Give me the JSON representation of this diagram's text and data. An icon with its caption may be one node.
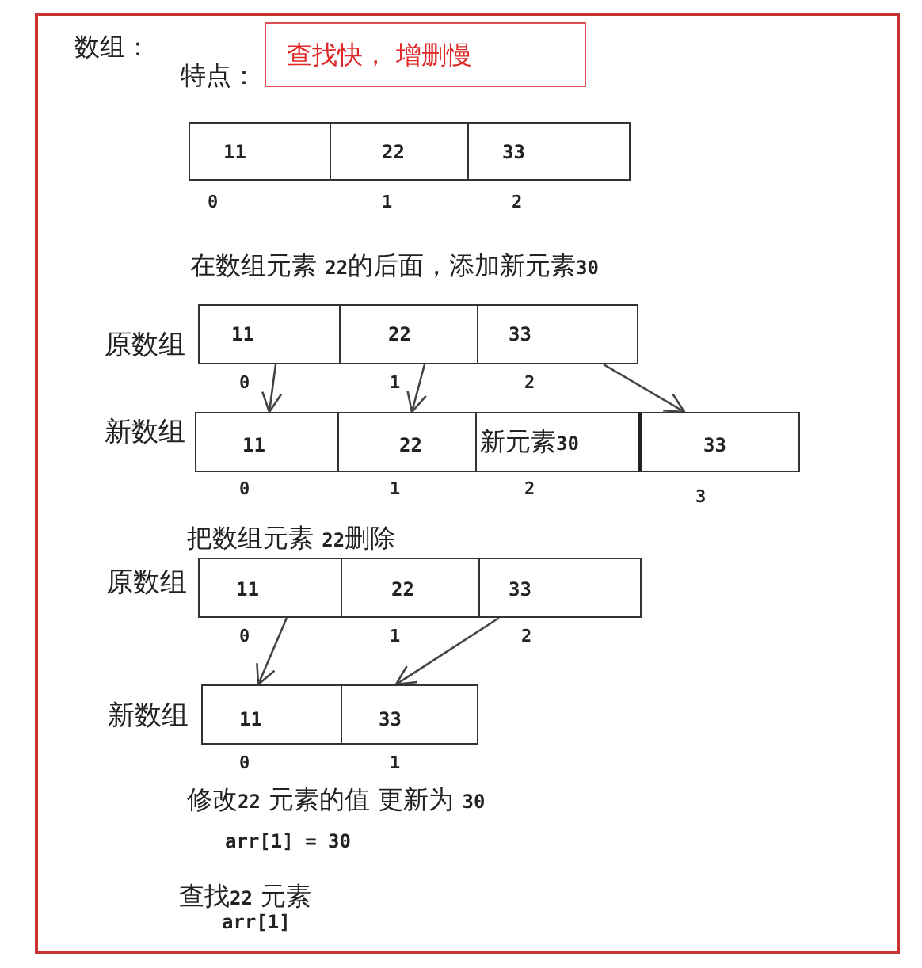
{
  "diagram": {
    "title": "数组：",
    "nodes": [
      {
        "text": [
          "查找快， 增删慢"
        ],
        "beside": [
          "特点："
        ]
      },
      {
        "text": [
          "11"
        ],
        "beside": [
          "0"
        ]
      },
      {
        "text": [
          "22"
        ],
        "beside": [
          "1"
        ]
      },
      {
        "text": [
          "33"
        ],
        "beside": [
          "2"
        ]
      },
      {
        "text": [
          "11"
        ],
        "beside": [
          "0"
        ]
      },
      {
        "text": [
          "22"
        ],
        "beside": [
          "1"
        ]
      },
      {
        "text": [
          "33"
        ],
        "beside": [
          "2"
        ]
      },
      {
        "text": [
          "11"
        ],
        "beside": [
          "0"
        ]
      },
      {
        "text": [
          "22"
        ],
        "beside": [
          "1"
        ]
      },
      {
        "text": [
          "新元素**30**"
        ],
        "beside": [
          "2"
        ]
      },
      {
        "text": [
          "33"
        ],
        "beside": [
          "3"
        ]
      },
      {
        "text": [
          "11"
        ],
        "beside": [
          "0"
        ]
      },
      {
        "text": [
          "22"
        ],
        "beside": [
          "1"
        ]
      },
      {
        "text": [
          "33"
        ],
        "beside": [
          "2"
        ]
      },
      {
        "text": [
          "11"
        ],
        "beside": [
          "0"
        ]
      },
      {
        "text": [
          "33"
        ],
        "beside": [
          "1"
        ]
      }
    ],
    "edges": [
      {
        "from": 4,
        "to": 7,
        "arrow": "to"
      },
      {
        "from": 5,
        "to": 8,
        "arrow": "to"
      },
      {
        "from": 6,
        "to": 10,
        "arrow": "to"
      },
      {
        "from": 11,
        "to": 14,
        "arrow": "to"
      },
      {
        "from": 13,
        "to": 15,
        "arrow": "to"
      }
    ],
    "labels": [
      "在数组元素 **22**的后面，添加新元素**30**",
      "原数组",
      "新数组",
      "把数组元素 **22**删除",
      "原数组",
      "新数组",
      "修改**22** 元素的值 更新为 **30**",
      "arr[1] = 30",
      "查找**22** 元素",
      "arr[1]"
    ]
  }
}
